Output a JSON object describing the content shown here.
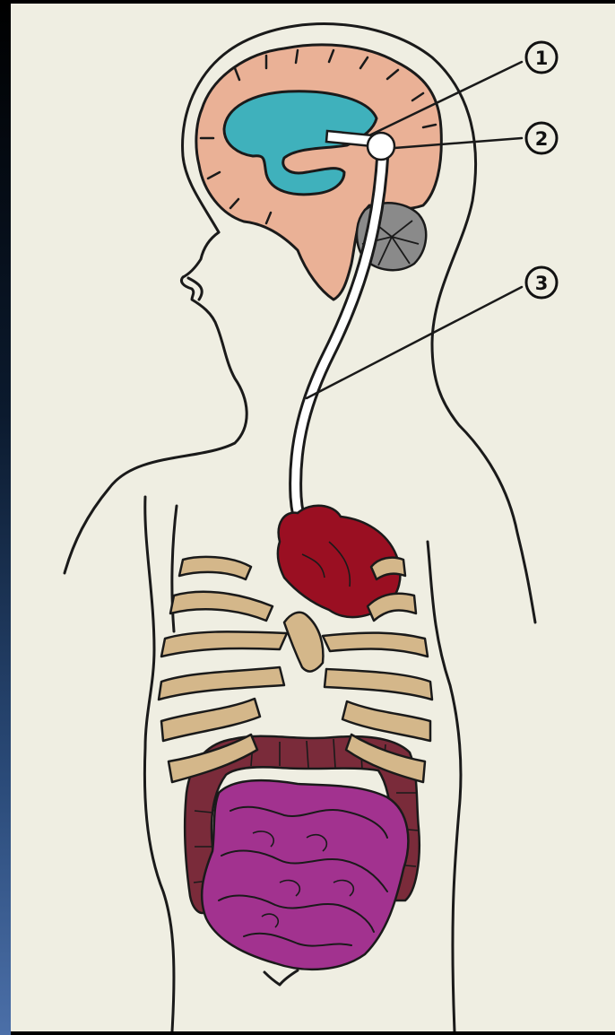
{
  "labels": [
    {
      "number": "1"
    },
    {
      "number": "2"
    },
    {
      "number": "3"
    }
  ],
  "colors": {
    "background": "#efeee2",
    "outline": "#1a1a1a",
    "brain": "#eab196",
    "ventricle": "#3fb1bc",
    "cerebellum": "#8a8a8a",
    "shunt_tube": "#ffffff",
    "heart": "#9a0f22",
    "ribs": "#d4b78a",
    "colon": "#7a2b3a",
    "small_intestine": "#a2328f"
  },
  "icons": [
    "child-body-outline",
    "brain",
    "ventricle",
    "cerebellum",
    "shunt-valve",
    "shunt-catheter",
    "heart",
    "rib-cage",
    "large-intestine",
    "small-intestine"
  ]
}
